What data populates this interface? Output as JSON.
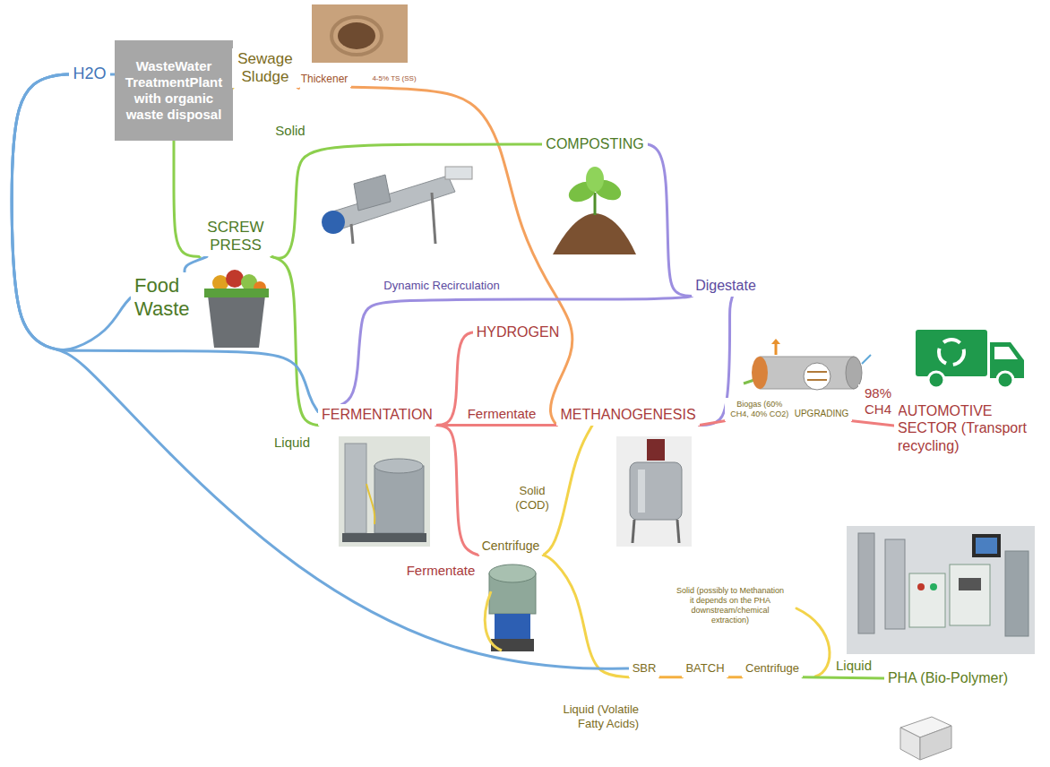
{
  "diagram": {
    "nodes": [
      {
        "text": [
          "H2O"
        ]
      },
      {
        "text": [
          "WasteWater TreatmentPlant with organic waste disposal"
        ]
      },
      {
        "text": [
          "Sewage Sludge"
        ]
      },
      {
        "text": [
          "Thickener"
        ]
      },
      {
        "text": [
          "COMPOSTING"
        ]
      },
      {
        "text": [
          "SCREW PRESS"
        ]
      },
      {
        "text": [
          "Food Waste"
        ]
      },
      {
        "text": [
          "Digestate"
        ]
      },
      {
        "text": [
          "HYDROGEN"
        ]
      },
      {
        "text": [
          "FERMENTATION"
        ]
      },
      {
        "text": [
          "METHANOGENESIS"
        ]
      },
      {
        "text": [
          "Biogas (60% CH4, 40% CO2)",
          "UPGRADING"
        ]
      },
      {
        "text": [
          "AUTOMOTIVE SECTOR (Transport recycling)"
        ]
      },
      {
        "text": [
          "Centrifuge"
        ]
      },
      {
        "text": [
          "SBR"
        ]
      },
      {
        "text": [
          "BATCH"
        ]
      },
      {
        "text": [
          "Centrifuge"
        ]
      },
      {
        "text": [
          "PHA (Bio-Polymer)"
        ]
      }
    ],
    "edges": [
      {
        "from": 0,
        "to": 1,
        "arrow": "none"
      },
      {
        "from": 1,
        "to": 2,
        "arrow": "none"
      },
      {
        "from": 2,
        "to": 3,
        "arrow": "none"
      },
      {
        "from": 3,
        "to": 10,
        "label": "4-5% TS (SS)",
        "arrow": "none"
      },
      {
        "from": 0,
        "to": 6,
        "arrow": "none"
      },
      {
        "from": 6,
        "to": 5,
        "arrow": "none"
      },
      {
        "from": 1,
        "to": 5,
        "arrow": "none"
      },
      {
        "from": 5,
        "to": 4,
        "label": "Solid",
        "arrow": "none"
      },
      {
        "from": 5,
        "to": 9,
        "label": "Liquid",
        "arrow": "none"
      },
      {
        "from": 0,
        "to": 9,
        "arrow": "none"
      },
      {
        "from": 10,
        "to": 7,
        "arrow": "none"
      },
      {
        "from": 7,
        "to": 4,
        "arrow": "none"
      },
      {
        "from": 7,
        "to": 9,
        "label": "Dynamic Recirculation",
        "arrow": "none"
      },
      {
        "from": 9,
        "to": 8,
        "arrow": "none"
      },
      {
        "from": 9,
        "to": 10,
        "label": "Fermentate",
        "arrow": "none"
      },
      {
        "from": 10,
        "to": 11,
        "arrow": "none"
      },
      {
        "from": 11,
        "to": 12,
        "label": "98% CH4",
        "arrow": "none"
      },
      {
        "from": 9,
        "to": 13,
        "label": "Fermentate",
        "arrow": "none"
      },
      {
        "from": 13,
        "to": 10,
        "label": "Solid (COD)",
        "arrow": "none"
      },
      {
        "from": 13,
        "to": 14,
        "label": "Liquid (Volatile Fatty Acids)",
        "arrow": "none"
      },
      {
        "from": 0,
        "to": 14,
        "arrow": "none"
      },
      {
        "from": 14,
        "to": 15,
        "arrow": "none"
      },
      {
        "from": 15,
        "to": 16,
        "arrow": "none"
      },
      {
        "from": 16,
        "to": 17,
        "label": "Liquid",
        "arrow": "none"
      }
    ],
    "labels": [
      "Solid (possibly to Methanation it depends on the PHA downstream/chemical extraction)"
    ]
  }
}
